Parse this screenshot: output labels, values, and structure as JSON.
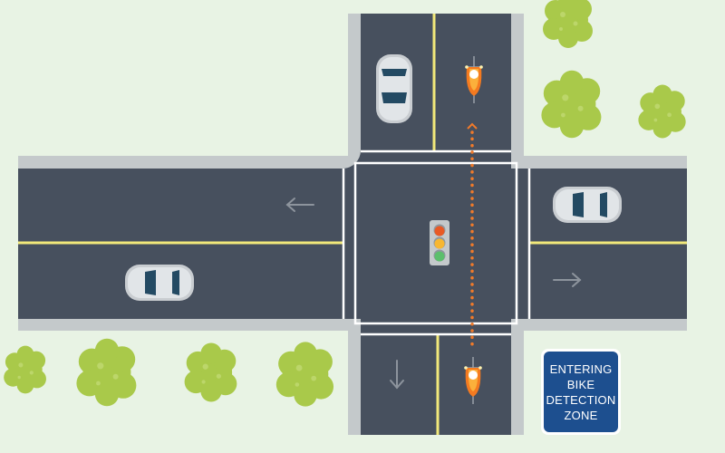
{
  "sign": {
    "lines": [
      "ENTERING",
      "BIKE",
      "DETECTION",
      "ZONE"
    ],
    "color": "#1d4f8f"
  },
  "colors": {
    "background": "#e8f3e4",
    "road": "#47505e",
    "curb": "#c4c9cb",
    "center_line": "#f2e97a",
    "bike_path": "#f07a2a",
    "tree": "#a9c94a",
    "signal_red": "#e85a25",
    "signal_yellow": "#f7b731",
    "signal_green": "#5cbf6c"
  },
  "icons": {
    "arrow_west": "arrow-left-icon",
    "arrow_east": "arrow-right-icon",
    "arrow_south": "arrow-down-icon"
  }
}
